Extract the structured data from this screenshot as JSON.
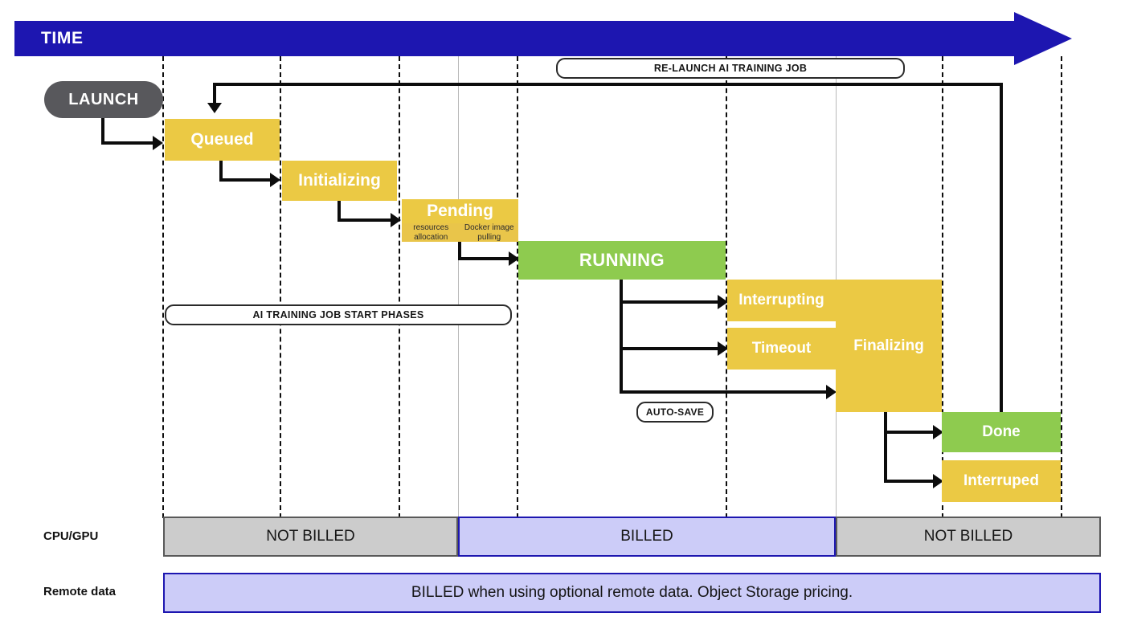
{
  "palette": {
    "blue": "#1d16b0",
    "yellow": "#ebc944",
    "yellow_sub": "#e9c54a",
    "green": "#8ecb4f",
    "grey_pill": "#58585c",
    "grey_segment": "#cccccc",
    "lavender": "#ccccf8"
  },
  "header": {
    "title": "TIME"
  },
  "launch": {
    "label": "LAUNCH"
  },
  "captions": {
    "relaunch": "RE-LAUNCH AI TRAINING JOB",
    "start_phases": "AI TRAINING JOB START PHASES",
    "autosave": "AUTO-SAVE"
  },
  "states": {
    "queued": "Queued",
    "initializing": "Initializing",
    "pending": "Pending",
    "pending_sub_left": "resources\nallocation",
    "pending_sub_left_line1": "resources",
    "pending_sub_left_line2": "allocation",
    "pending_sub_right_line1": "Docker image",
    "pending_sub_right_line2": "pulling",
    "running": "RUNNING",
    "interrupting": "Interrupting",
    "timeout": "Timeout",
    "finalizing": "Finalizing",
    "done": "Done",
    "interrupted": "Interruped"
  },
  "billing": {
    "cpu_gpu": {
      "label": "CPU/GPU",
      "segments": [
        {
          "text": "NOT BILLED",
          "style": "grey"
        },
        {
          "text": "BILLED",
          "style": "blue"
        },
        {
          "text": "NOT BILLED",
          "style": "grey"
        }
      ]
    },
    "remote_data": {
      "label": "Remote data",
      "segments": [
        {
          "text": "BILLED when using optional remote data. Object Storage pricing.",
          "style": "blue"
        }
      ]
    }
  }
}
